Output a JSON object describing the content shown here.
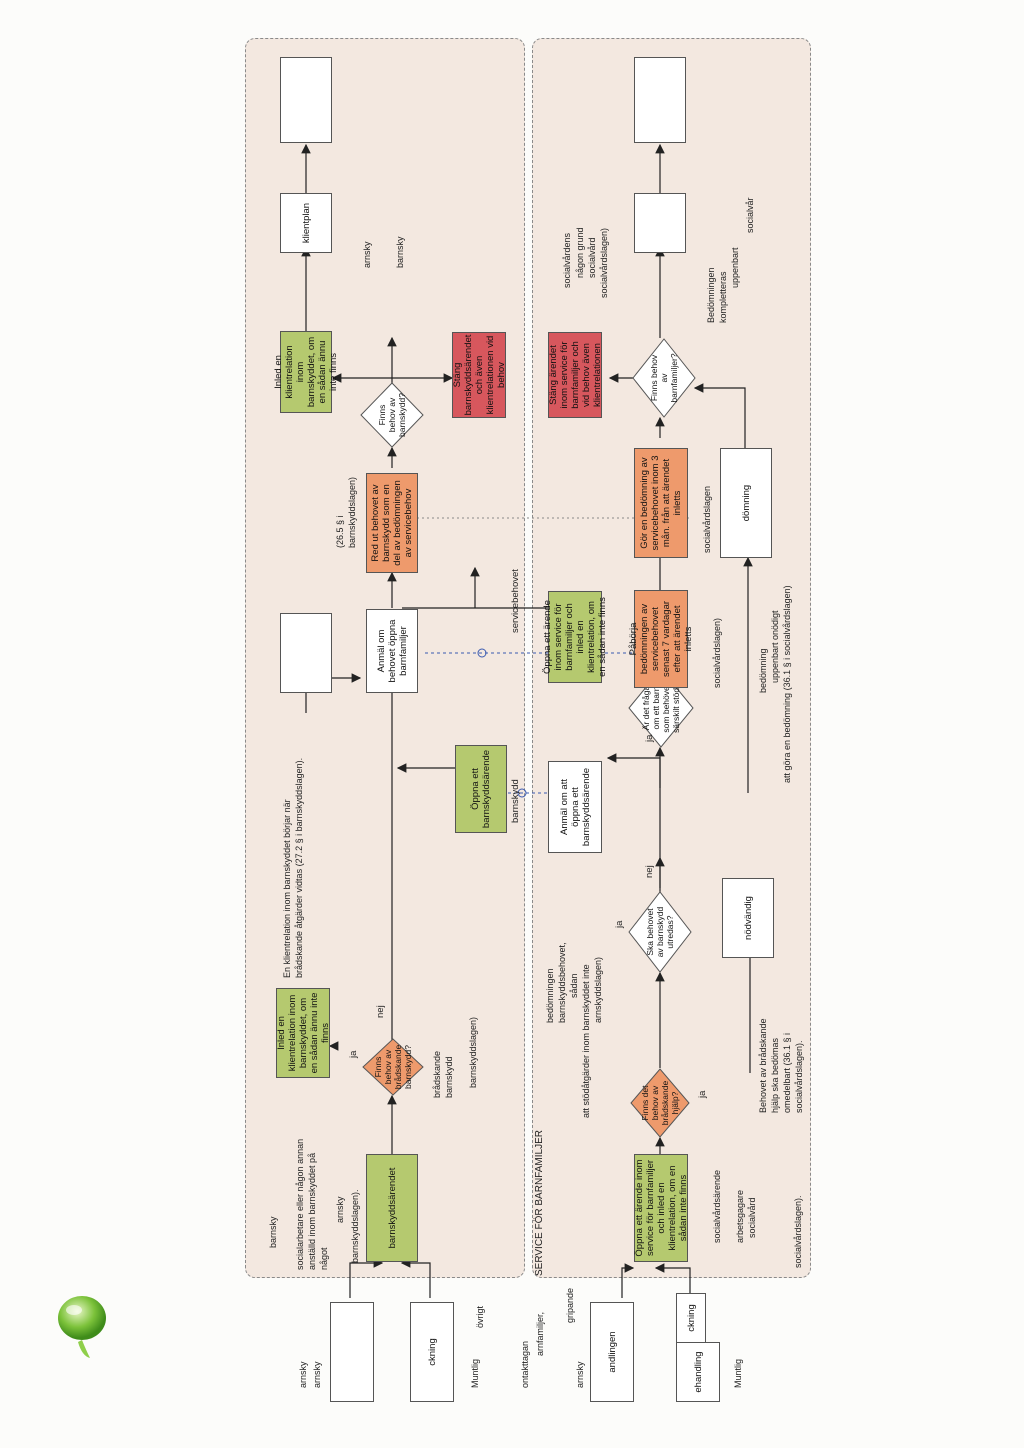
{
  "lanes": {
    "bottom_title": "SERVICE FÖR BARNFAMILJER"
  },
  "start": {
    "upper_labels": [
      "arnsky",
      "arnsky"
    ],
    "upper_box1": "",
    "upper_box2": "ckning",
    "upper_note1": "Muntlig",
    "upper_note2": "övrigt",
    "lower_labels": [
      "ontakttagan",
      "arnfamiljer,",
      "gripande",
      "arnsky"
    ],
    "lower_box1": "andlingen",
    "lower_box2": "ckning",
    "lower_box3": "ehandling",
    "lower_note": "Muntlig"
  },
  "upper": {
    "note_intro": [
      "barnsky",
      "socialarbetare eller någon annan",
      "anställd inom barnskyddet på",
      "något"
    ],
    "note_intro2": [
      "arnsky",
      "barnskyddslagen)."
    ],
    "box_arende": "barnskyddsärendet",
    "dia_bradskande": "Finns behov av brådskande barnskydd?",
    "lbl_ja": "ja",
    "lbl_nej": "nej",
    "box_klient1": "Inled en klientrelation inom barnskyddet, om en sådan ännu inte finns",
    "note_bradskande": [
      "brådskande",
      "barnskydd"
    ],
    "note_lagen": "barnskyddslagen)",
    "note_klientrelation": [
      "En klientrelation inom barnskyddet börjar när",
      "brådskande åtgärder vidtas (27.2 § i barnskyddslagen)."
    ],
    "box_white_mid": "",
    "box_oppna": "Öppna ett barnskyddsärende",
    "box_anmal": "Anmäl om behovet öppna barnfamiljer",
    "box_red": "Red ut behovet av barnskydd som en del av bedömningen av servicebehov",
    "note_265": [
      "(26.5 § i",
      "barnskyddslagen)"
    ],
    "dia_finns": "Finns behov av barnskydd?",
    "box_klient2": "Inled en klientrelation inom barnskyddet, om en sådan ännu inte finns",
    "box_stang": "Stäng barnskyddsärendet och även klientrelationen vid behov",
    "note_arnsky": "arnsky",
    "note_barnsky": "barnsky",
    "box_klientplan": "klientplan",
    "box_white_end": ""
  },
  "middle": {
    "lbl_barnskydd": "barnskydd",
    "lbl_servicebehov": "servicebehovet"
  },
  "lower": {
    "box_oppna": "Öppna ett ärende inom service för barnfamiljer och inled en klientrelation, om en sådan inte finns",
    "note_left": [
      "socialvårdsärende",
      "arbetsgagare",
      "socialvård",
      "socialvårdslagen)."
    ],
    "dia_bradskande": "Finns det behov av brådskande hjälp?",
    "lbl_ja1": "ja",
    "note_behovet": [
      "Behovet av brådskande",
      "hjälp ska bedömas",
      "omedelbart (36.1 § i",
      "socialvårdslagen)."
    ],
    "note_bedomningen": [
      "bedömningen",
      "barnskyddsbehovet,",
      "sådan",
      "att stödåtgärder inom barnskyddet inte",
      "arnskyddslagen)"
    ],
    "dia_ska": "Ska behovet av barnskydd utredas?",
    "lbl_ja2": "ja",
    "lbl_nej": "nej",
    "box_nodvandig": "nödvändig",
    "box_anmal": "Anmäl om att öppna ett barnskyddsärende",
    "dia_ar": "Är det fråga om ett barn som behöver särskilt stöd?",
    "lbl_ja3": "ja",
    "box_oppna2": "Öppna ett ärende inom service för barnfamiljer och inled en klientrelation, om en sådan inte finns",
    "box_paborja": "Påbörja bedömningen av servicebehovet senast 7 vardagar efter att ärendet inletts",
    "note_socialv1": "socialvårdslagen)",
    "note_bedomning": [
      "bedömning",
      "uppenbart onödigt",
      "att göra en bedömning (36.1 § i socialvårdslagen)"
    ],
    "box_gor": "Gör en bedömning av servicebehovet inom 3 mån. från att ärendet inletts",
    "box_domning": "dömning",
    "note_socialv2": "socialvårdslagen",
    "dia_finns": "Finns behov av barnfamiljer?",
    "box_stang": "Stäng ärendet inom service för barnfamiljer och vid behov även klientrelationen",
    "note_socialvardens": [
      "socialvårdens",
      "någon grund",
      "socialvård",
      "socialvårdslagen)"
    ],
    "note_bedomningen2": [
      "Bedömningen",
      "kompletteras",
      "uppenbart"
    ],
    "note_socialvar": "socialvår",
    "box_white1": "",
    "box_white_end": ""
  }
}
